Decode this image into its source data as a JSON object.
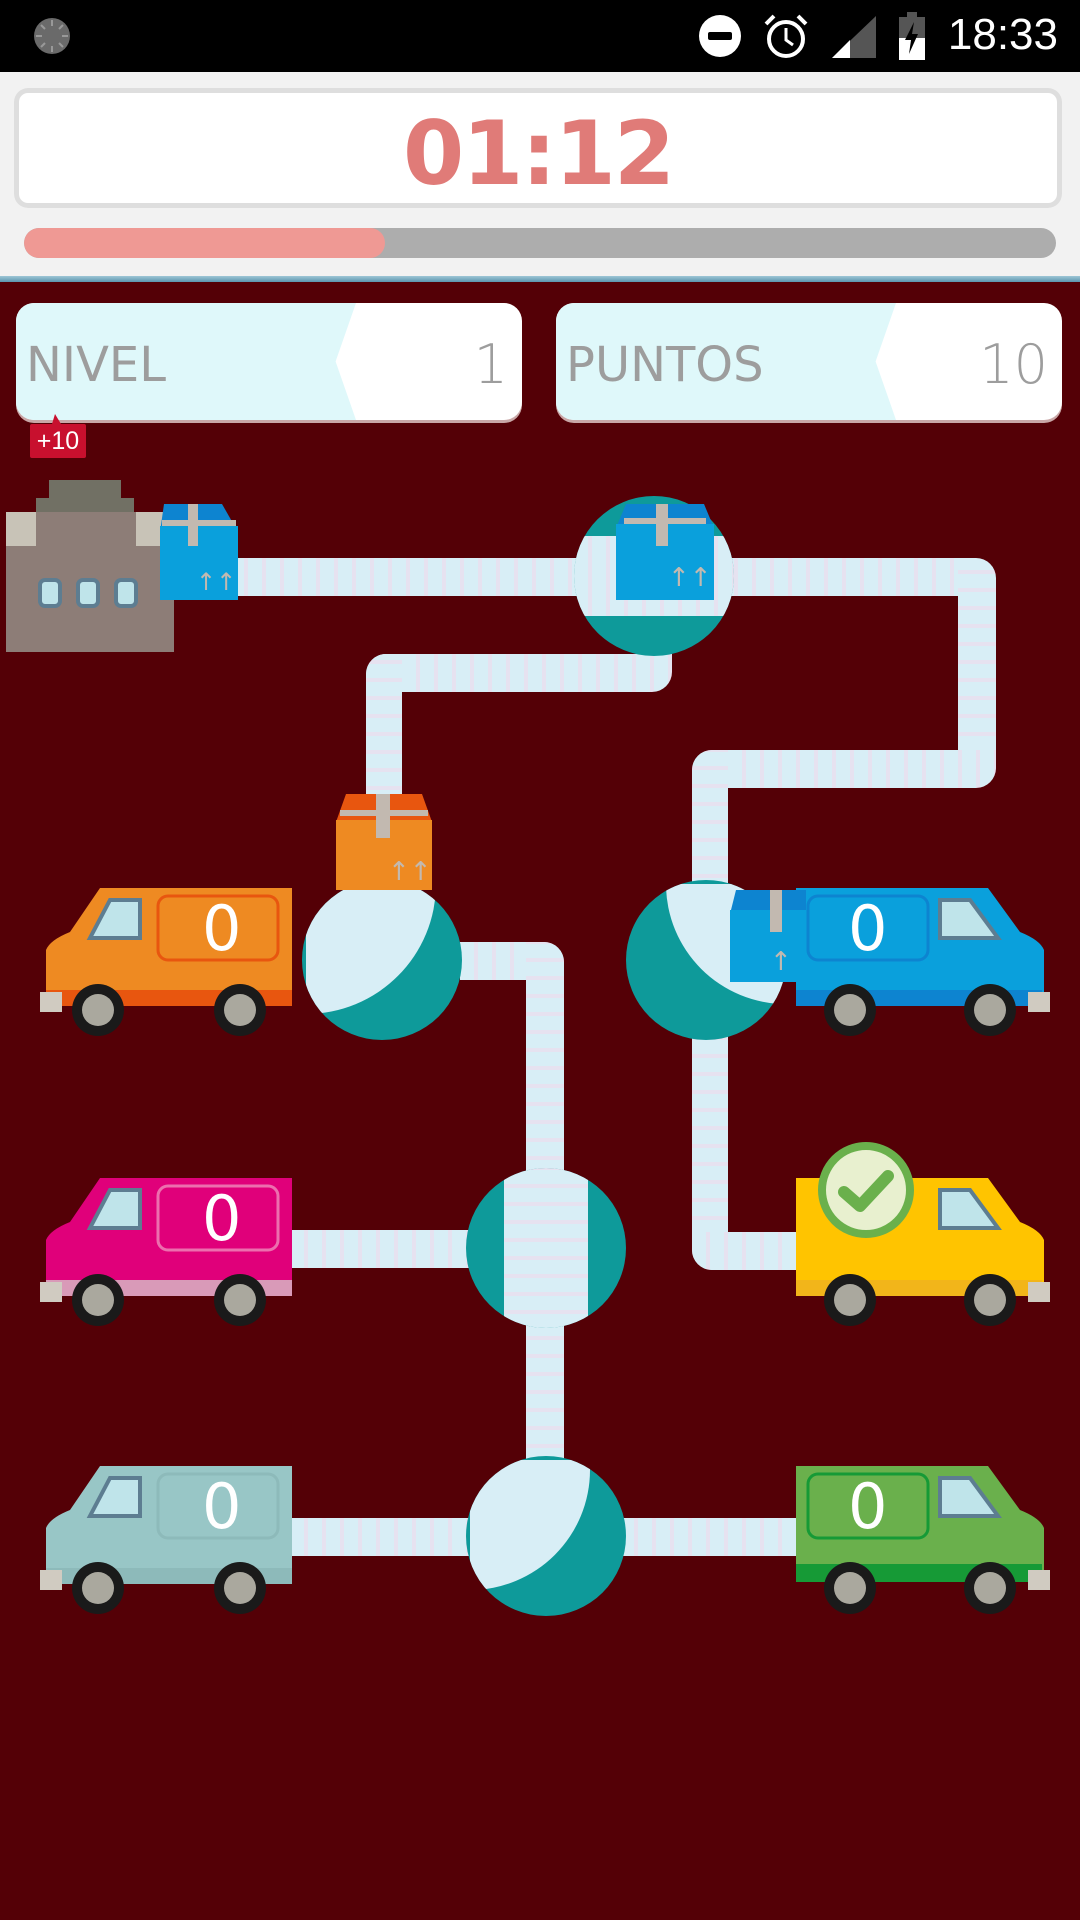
{
  "status_bar": {
    "time": "18:33",
    "icons": [
      "loading-spinner-icon",
      "do-not-disturb-icon",
      "alarm-icon",
      "signal-icon",
      "battery-charging-icon"
    ]
  },
  "header": {
    "timer": "01:12",
    "progress_percent": 35,
    "colors": {
      "timer": "#e07b78",
      "progress_fill": "#ef9994",
      "progress_track": "#adadad"
    }
  },
  "stats": {
    "level": {
      "label": "NIVEL",
      "value": "1"
    },
    "points": {
      "label": "PUNTOS",
      "value": "10"
    },
    "bonus_badge": "+10"
  },
  "game": {
    "background": "#540006",
    "factory": {
      "name": "factory-icon"
    },
    "packages": [
      {
        "color": "blue",
        "location": "at-factory-exit"
      },
      {
        "color": "blue",
        "location": "top-junction"
      },
      {
        "color": "orange",
        "location": "above-left-junction"
      },
      {
        "color": "blue",
        "location": "arriving-blue-van"
      }
    ],
    "junctions": [
      {
        "id": "top",
        "orientation": "horizontal"
      },
      {
        "id": "left-upper",
        "orientation": "curve"
      },
      {
        "id": "right-upper",
        "orientation": "curve"
      },
      {
        "id": "middle",
        "orientation": "vertical"
      },
      {
        "id": "bottom",
        "orientation": "curve"
      }
    ],
    "vans": [
      {
        "color": "orange",
        "hex": "#ee8a22",
        "count": "0",
        "side": "left",
        "row": 1
      },
      {
        "color": "blue",
        "hex": "#0aa0dc",
        "count": "0",
        "side": "right",
        "row": 1
      },
      {
        "color": "pink",
        "hex": "#e0007a",
        "count": "0",
        "side": "left",
        "row": 2
      },
      {
        "color": "yellow",
        "hex": "#ffc400",
        "count": "",
        "side": "right",
        "row": 2,
        "status": "check-icon"
      },
      {
        "color": "teal-gray",
        "hex": "#98c6c6",
        "count": "0",
        "side": "left",
        "row": 3
      },
      {
        "color": "green",
        "hex": "#6ab04c",
        "count": "0",
        "side": "right",
        "row": 3
      }
    ]
  }
}
